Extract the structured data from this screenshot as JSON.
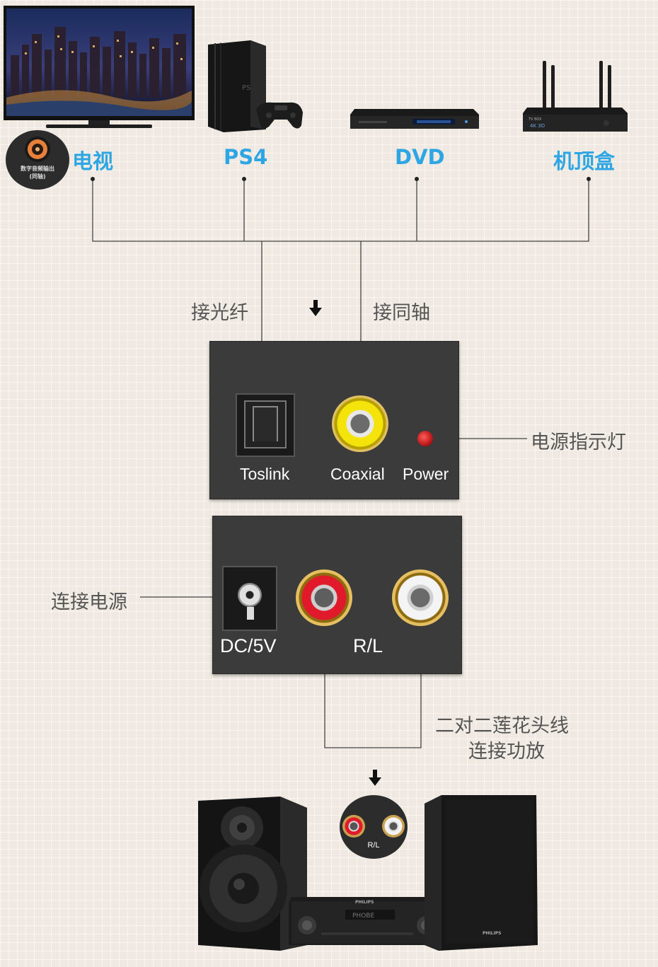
{
  "sources": {
    "tv_label": "电视",
    "ps4_label": "PS4",
    "dvd_label": "DVD",
    "settop_label": "机顶盒",
    "tv_badge_text": "数字音频输出\n(同轴)"
  },
  "connections": {
    "optical_label": "接光纤",
    "coaxial_label": "接同轴",
    "power_led_label": "电源指示灯",
    "dc_power_label": "连接电源",
    "rca_cable_line1": "二对二莲花头线",
    "rca_cable_line2": "连接功放"
  },
  "converter_input_panel": {
    "toslink_label": "Toslink",
    "coaxial_label": "Coaxial",
    "power_label": "Power"
  },
  "converter_output_panel": {
    "dc_label": "DC/5V",
    "rl_label": "R/L"
  },
  "amplifier": {
    "inset_label": "R/L",
    "brand": "PHILIPS"
  },
  "colors": {
    "accent_blue": "#2ea6e3",
    "panel_gray": "#3b3b3b",
    "rca_red": "#d81f2a",
    "rca_white": "#f2f2f2",
    "coax_yellow": "#f5e40c",
    "led_red": "#e02020"
  }
}
